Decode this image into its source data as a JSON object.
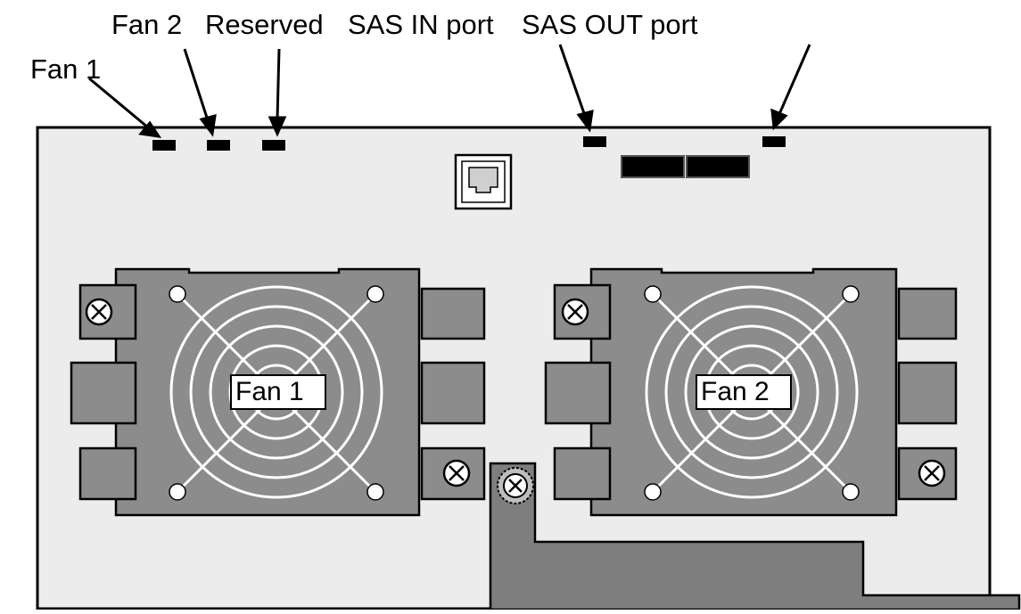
{
  "callouts": {
    "fan1": "Fan 1",
    "fan2": "Fan 2",
    "reserved": "Reserved",
    "sas_in": "SAS IN port",
    "sas_out": "SAS OUT port"
  },
  "fan_units": {
    "left": "Fan 1",
    "right": "Fan 2"
  },
  "colors": {
    "panel": "#ececec",
    "fan_body": "#8c8c8c",
    "fan_ring": "#7a7a7a",
    "led": "#000000",
    "outline": "#000000"
  }
}
